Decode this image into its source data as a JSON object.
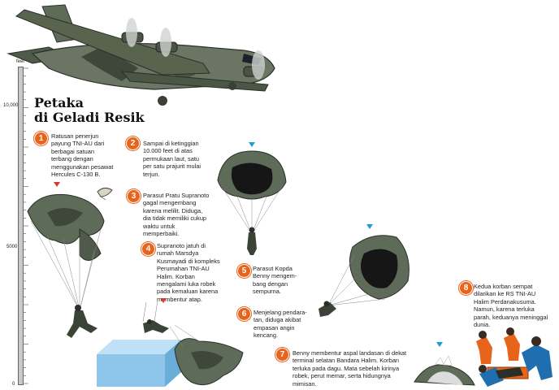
{
  "title": {
    "line1": "Petaka",
    "line2": "di Geladi Resik"
  },
  "ruler": {
    "unit": "feet",
    "labels": [
      "10,000",
      "5000",
      "0"
    ]
  },
  "colors": {
    "badge": "#e8641b",
    "camo": "#5f6b59",
    "canopy_dark": "#161616",
    "marker_blue": "#1f9bd8",
    "marker_red": "#d63a2a",
    "building": "#8dc6ea"
  },
  "steps": [
    {
      "num": "1",
      "text": "Ratusan penerjun payung TNI-AU dari berbagai satuan terbang dengan menggunakan pesawat Hercules C-130 B."
    },
    {
      "num": "2",
      "text": "Sampai di ketinggian 10.000 feet di atas permukaan laut, satu per satu prajurit mulai terjun."
    },
    {
      "num": "3",
      "text": "Parasut Pratu Supranoto gagal mengembang karena melilit. Diduga, dia tidak memiliki cukup waktu untuk memperbaiki."
    },
    {
      "num": "4",
      "text": "Supranoto jatuh di rumah Marsdya Kusmayadi di kompleks Perumahan TNI-AU Halim. Korban mengalami luka robek pada kemaluan karena membentur atap."
    },
    {
      "num": "5",
      "text": "Parasut Kopda Benny mengem-bang dengan sempurna."
    },
    {
      "num": "6",
      "text": "Menjelang pendara-tan, diduga akibat empasan angin kencang."
    },
    {
      "num": "7",
      "text": "Benny membentur aspal landasan di dekat terminal selatan Bandara Halim. Korban terluka pada dagu. Mata sebelah kirinya robek, perut memar, serta hidungnya mimisan."
    },
    {
      "num": "8",
      "text": "Kedua korban sempat dilarikan ke RS TNI-AU Halim Perdanakusuma. Namun, karena terluka parah, keduanya meninggal dunia."
    }
  ]
}
